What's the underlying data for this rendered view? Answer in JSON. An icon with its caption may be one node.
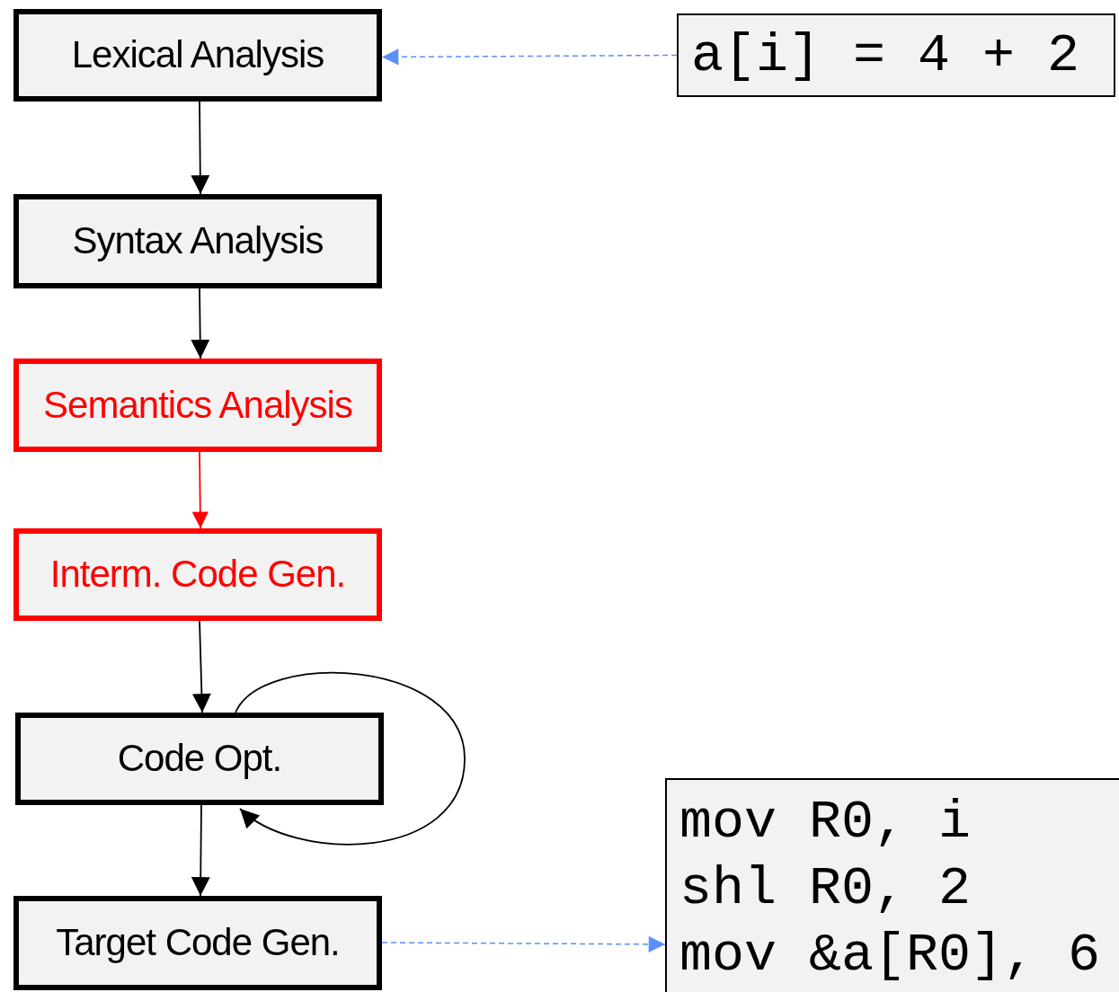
{
  "diagram": {
    "nodes": [
      {
        "text": [
          "Lexical Analysis"
        ]
      },
      {
        "text": [
          "Syntax Analysis"
        ]
      },
      {
        "text": [
          "Semantics Analysis"
        ]
      },
      {
        "text": [
          "Interm. Code Gen."
        ]
      },
      {
        "text": [
          "Code Opt."
        ]
      },
      {
        "text": [
          "Target Code Gen."
        ]
      },
      {
        "text": [
          "a[i] = 4 + 2"
        ]
      },
      {
        "text": [
          "mov R0, i",
          "shl R0, 2",
          "mov &a[R0], 6"
        ]
      }
    ],
    "edges": [
      {
        "from": 6,
        "to": 0,
        "arrow": "to",
        "style": "dashed",
        "color": "#5b8ff9"
      },
      {
        "from": 0,
        "to": 1,
        "arrow": "to"
      },
      {
        "from": 1,
        "to": 2,
        "arrow": "to"
      },
      {
        "from": 2,
        "to": 3,
        "arrow": "to",
        "color": "#ff0000"
      },
      {
        "from": 3,
        "to": 4,
        "arrow": "to"
      },
      {
        "from": 4,
        "to": 4,
        "arrow": "to"
      },
      {
        "from": 4,
        "to": 5,
        "arrow": "to"
      },
      {
        "from": 5,
        "to": 7,
        "arrow": "to",
        "style": "dashed",
        "color": "#5b8ff9"
      }
    ]
  }
}
